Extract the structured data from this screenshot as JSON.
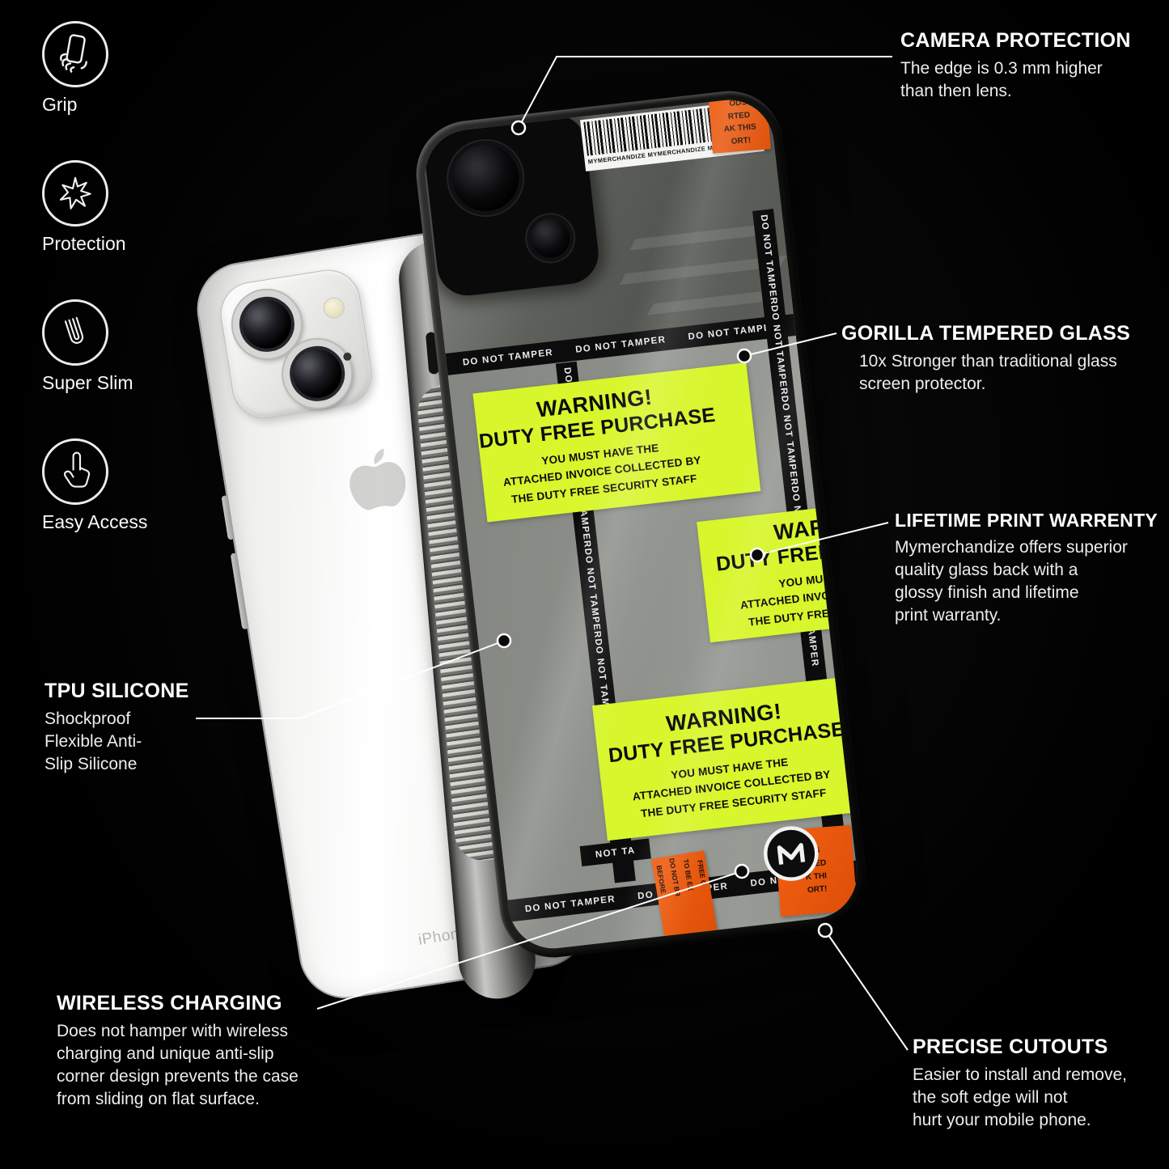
{
  "page": {
    "type": "product-feature-showcase",
    "product": "Duty Free Purchase glass back phone case"
  },
  "features": [
    {
      "label": "Grip",
      "icon": "grip-icon"
    },
    {
      "label": "Protection",
      "icon": "protection-icon"
    },
    {
      "label": "Super Slim",
      "icon": "super-slim-icon"
    },
    {
      "label": "Easy Access",
      "icon": "easy-access-icon"
    }
  ],
  "callouts": [
    {
      "id": "camera-protection",
      "title": "CAMERA PROTECTION",
      "body": "The edge is 0.3 mm higher\nthan then lens."
    },
    {
      "id": "gorilla-tempered-glass",
      "title": "GORILLA TEMPERED GLASS",
      "body": "10x Stronger than traditional glass\nscreen protector."
    },
    {
      "id": "lifetime-print-warranty",
      "title": "LIFETIME PRINT WARRENTY",
      "body": "Mymerchandize offers superior\nquality glass back with a\nglossy finish and lifetime\nprint warranty."
    },
    {
      "id": "tpu-silicone",
      "title": "TPU SILICONE",
      "body": "Shockproof\nFlexible Anti-\nSlip Silicone"
    },
    {
      "id": "wireless-charging",
      "title": "WIRELESS CHARGING",
      "body": "Does not hamper with wireless\ncharging and unique anti-slip\ncorner design prevents the case\nfrom sliding on flat surface."
    },
    {
      "id": "precise-cutouts",
      "title": "PRECISE CUTOUTS",
      "body": "Easier to install and remove,\nthe soft edge will not\nhurt your mobile phone."
    }
  ],
  "phone": {
    "brand_label": "iPhone"
  },
  "case_design": {
    "tamper_text": "DO NOT TAMPER",
    "tamper_text_run": "DO NOT TAMPERDO NOT TAMPERDO NOT TAMPERDO NOT TAMPERDO NOT TAMPER",
    "tamper_fragment": "NOT TA",
    "barcode_label": "MYMERCHANDIZE MYMERCHANDIZE MYMERCHANDIZE",
    "warning_sticker": {
      "title": "WARNING!",
      "subtitle": "DUTY FREE PURCHASE",
      "line1": "YOU MUST HAVE THE",
      "line2": "ATTACHED INVOICE COLLECTED BY",
      "line3": "THE DUTY FREE SECURITY STAFF"
    },
    "export_sticker_top": "ODS\nRTED\nAK THIS\nORT!",
    "export_sticker_left": "FREE G\nTO BE EX\nDO NOT BR\nBEFORE",
    "export_sticker_right": "DS\nRTED\nK THI\nORT!"
  },
  "colors": {
    "background": "#000000",
    "neon_sticker": "#d7f62b",
    "orange_sticker": "#ec5a10",
    "tape_black": "#0c0c0c",
    "case_gray": "#8b8e88",
    "text_white": "#ffffff"
  }
}
